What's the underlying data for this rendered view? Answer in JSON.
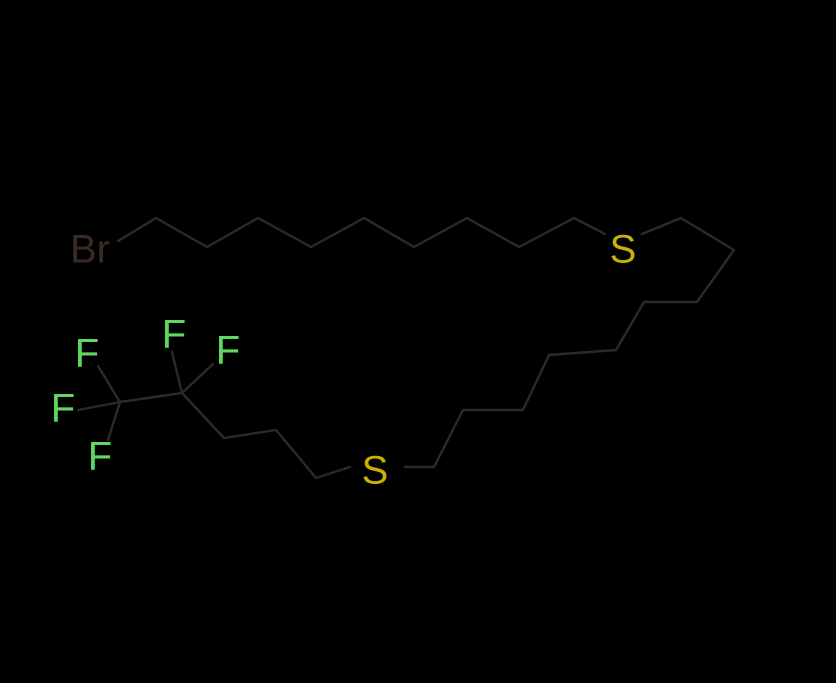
{
  "molecule": {
    "atoms": {
      "br": "Br",
      "s1": "S",
      "s2": "S",
      "f1": "F",
      "f2": "F",
      "f3": "F",
      "f4": "F",
      "f5": "F"
    },
    "colors": {
      "background": "#000000",
      "bond": "#2a2a2a",
      "bromine": "#3a2a24",
      "sulfur": "#c8b400",
      "fluorine": "#5ed85e"
    }
  }
}
